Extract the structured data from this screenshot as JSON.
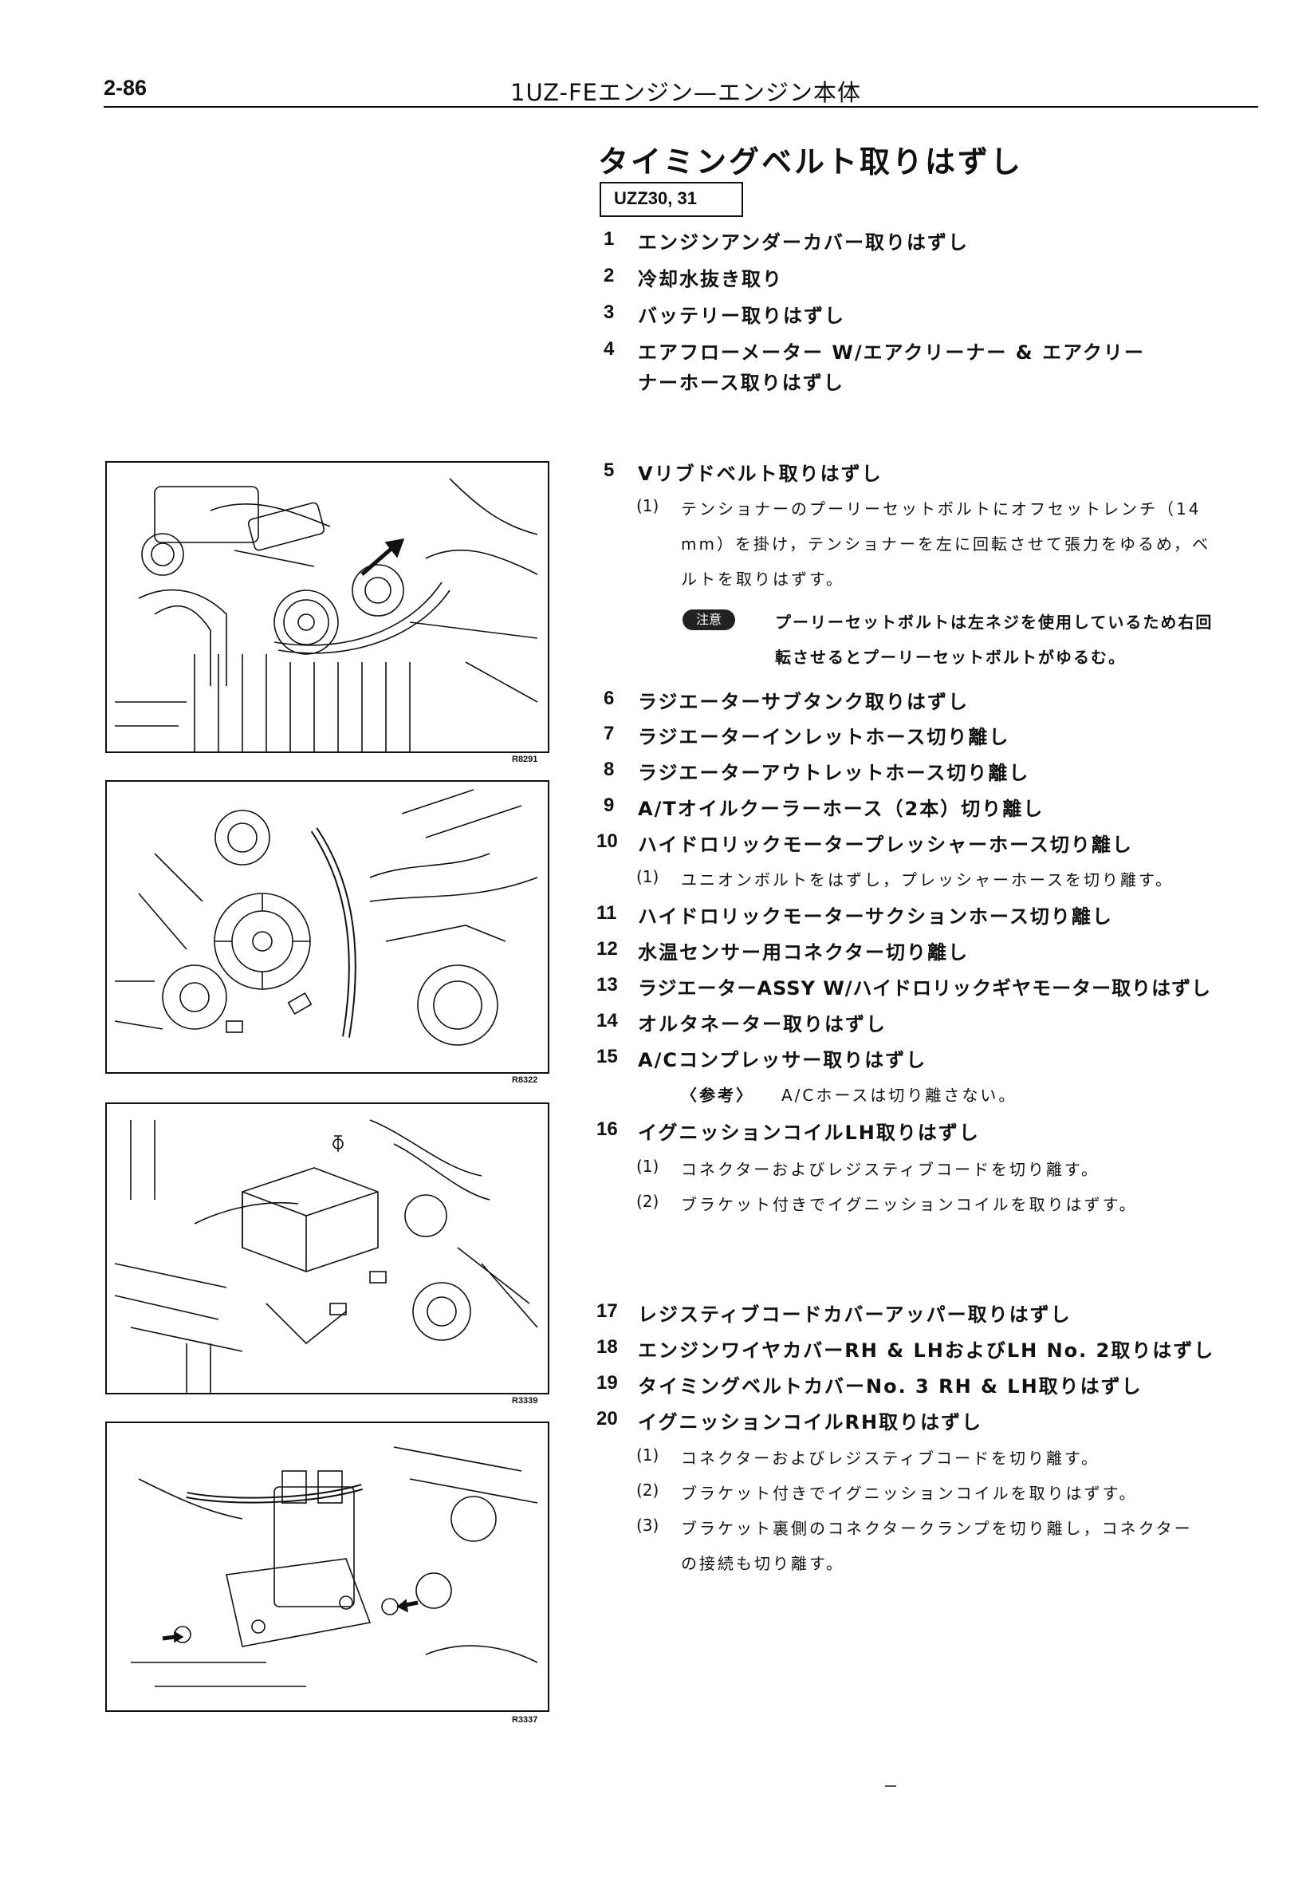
{
  "header": {
    "page_number": "2-86",
    "title": "1UZ-FEエンジン—エンジン本体"
  },
  "section": {
    "title": "タイミングベルト取りはずし",
    "models": "UZZ30, 31"
  },
  "steps": [
    {
      "num": "1",
      "text": "エンジンアンダーカバー取りはずし"
    },
    {
      "num": "2",
      "text": "冷却水抜き取り"
    },
    {
      "num": "3",
      "text": "バッテリー取りはずし"
    },
    {
      "num": "4",
      "text": "エアフローメーター W/エアクリーナー & エアクリー",
      "text2": "ナーホース取りはずし"
    },
    {
      "num": "5",
      "text": "Vリブドベルト取りはずし"
    },
    {
      "num": "6",
      "text": "ラジエーターサブタンク取りはずし"
    },
    {
      "num": "7",
      "text": "ラジエーターインレットホース切り離し"
    },
    {
      "num": "8",
      "text": "ラジエーターアウトレットホース切り離し"
    },
    {
      "num": "9",
      "text": "A/Tオイルクーラーホース（2本）切り離し"
    },
    {
      "num": "10",
      "text": "ハイドロリックモータープレッシャーホース切り離し"
    },
    {
      "num": "11",
      "text": "ハイドロリックモーターサクションホース切り離し"
    },
    {
      "num": "12",
      "text": "水温センサー用コネクター切り離し"
    },
    {
      "num": "13",
      "text": "ラジエーターASSY W/ハイドロリックギヤモーター取りはずし"
    },
    {
      "num": "14",
      "text": "オルタネーター取りはずし"
    },
    {
      "num": "15",
      "text": "A/Cコンプレッサー取りはずし"
    },
    {
      "num": "16",
      "text": "イグニッションコイルLH取りはずし"
    },
    {
      "num": "17",
      "text": "レジスティブコードカバーアッパー取りはずし"
    },
    {
      "num": "18",
      "text": "エンジンワイヤカバーRH & LHおよびLH No. 2取りはずし"
    },
    {
      "num": "19",
      "text": "タイミングベルトカバーNo. 3 RH & LH取りはずし"
    },
    {
      "num": "20",
      "text": "イグニッションコイルRH取りはずし"
    }
  ],
  "substeps": {
    "s5_1_num": "(1)",
    "s5_1_l1": "テンショナーのプーリーセットボルトにオフセットレンチ（14",
    "s5_1_l2": "mm）を掛け，テンショナーを左に回転させて張力をゆるめ，ベ",
    "s5_1_l3": "ルトを取りはずす。",
    "s5_caution_badge": "注意",
    "s5_caution_l1": "プーリーセットボルトは左ネジを使用しているため右回",
    "s5_caution_l2": "転させるとプーリーセットボルトがゆるむ。",
    "s10_1_num": "(1)",
    "s10_1": "ユニオンボルトをはずし，プレッシャーホースを切り離す。",
    "s15_ref_label": "〈参考〉",
    "s15_ref": "A/Cホースは切り離さない。",
    "s16_1_num": "(1)",
    "s16_1": "コネクターおよびレジスティブコードを切り離す。",
    "s16_2_num": "(2)",
    "s16_2": "ブラケット付きでイグニッションコイルを取りはずす。",
    "s20_1_num": "(1)",
    "s20_1": "コネクターおよびレジスティブコードを切り離す。",
    "s20_2_num": "(2)",
    "s20_2": "ブラケット付きでイグニッションコイルを取りはずす。",
    "s20_3_num": "(3)",
    "s20_3_l1": "ブラケット裏側のコネクタークランプを切り離し，コネクター",
    "s20_3_l2": "の接続も切り離す。"
  },
  "figures": [
    {
      "code": "R8291"
    },
    {
      "code": "R8322"
    },
    {
      "code": "R3339"
    },
    {
      "code": "R3337"
    }
  ]
}
